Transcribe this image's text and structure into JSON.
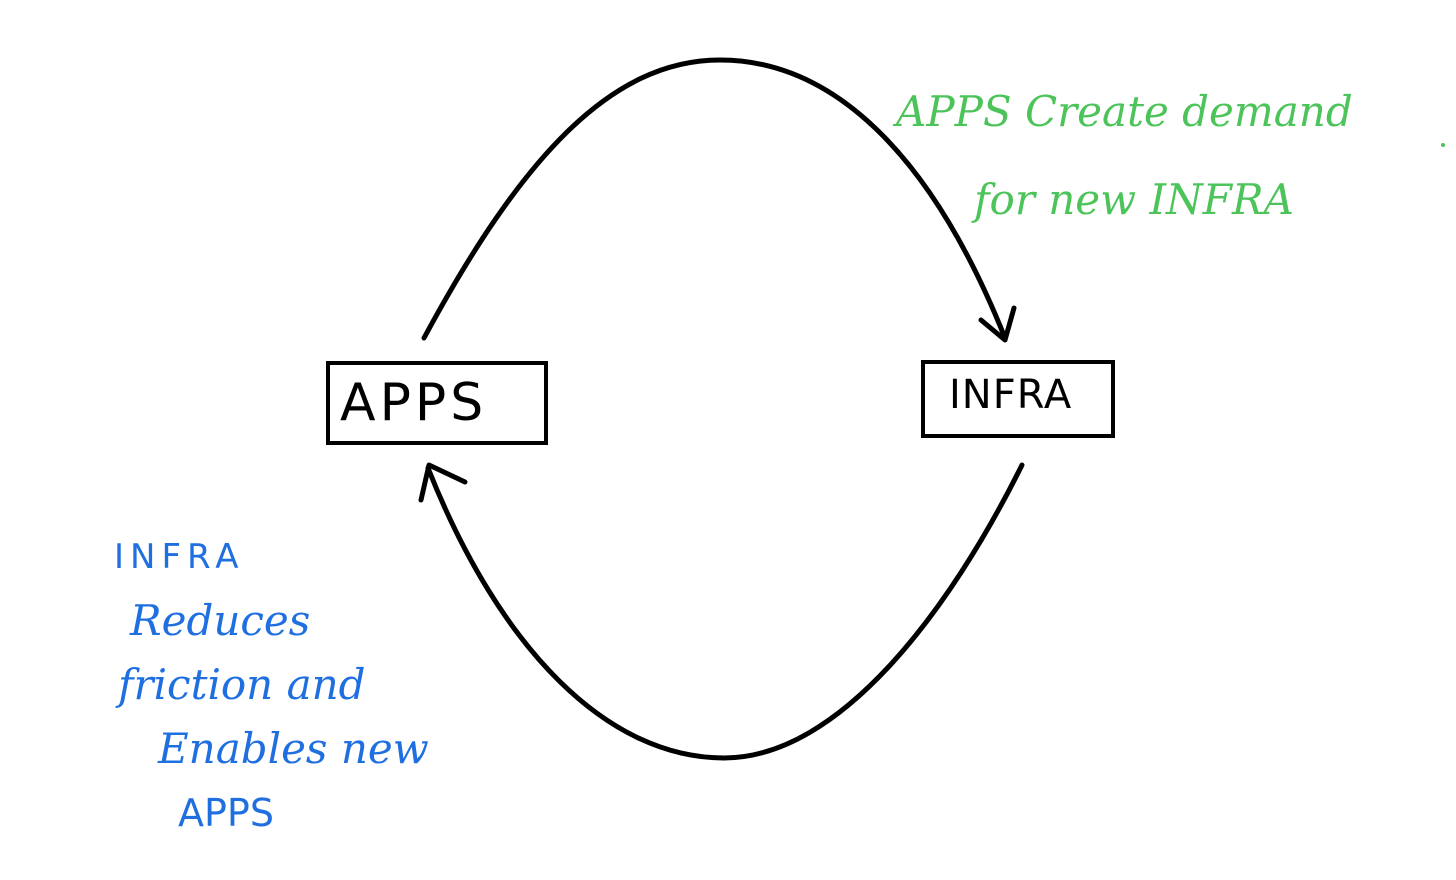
{
  "nodes": {
    "apps": "APPS",
    "infra": "INFRA"
  },
  "notes": {
    "top_right": {
      "line1": "APPS Create demand",
      "line2": "for new INFRA"
    },
    "bottom_left": {
      "line1": "INFRA",
      "line2": "Reduces",
      "line3": "friction and",
      "line4": "Enables new",
      "line5": "APPS"
    }
  },
  "colors": {
    "ink": "#000000",
    "green_note": "#4cc45a",
    "blue_note": "#1f6fe0",
    "background": "#ffffff"
  }
}
